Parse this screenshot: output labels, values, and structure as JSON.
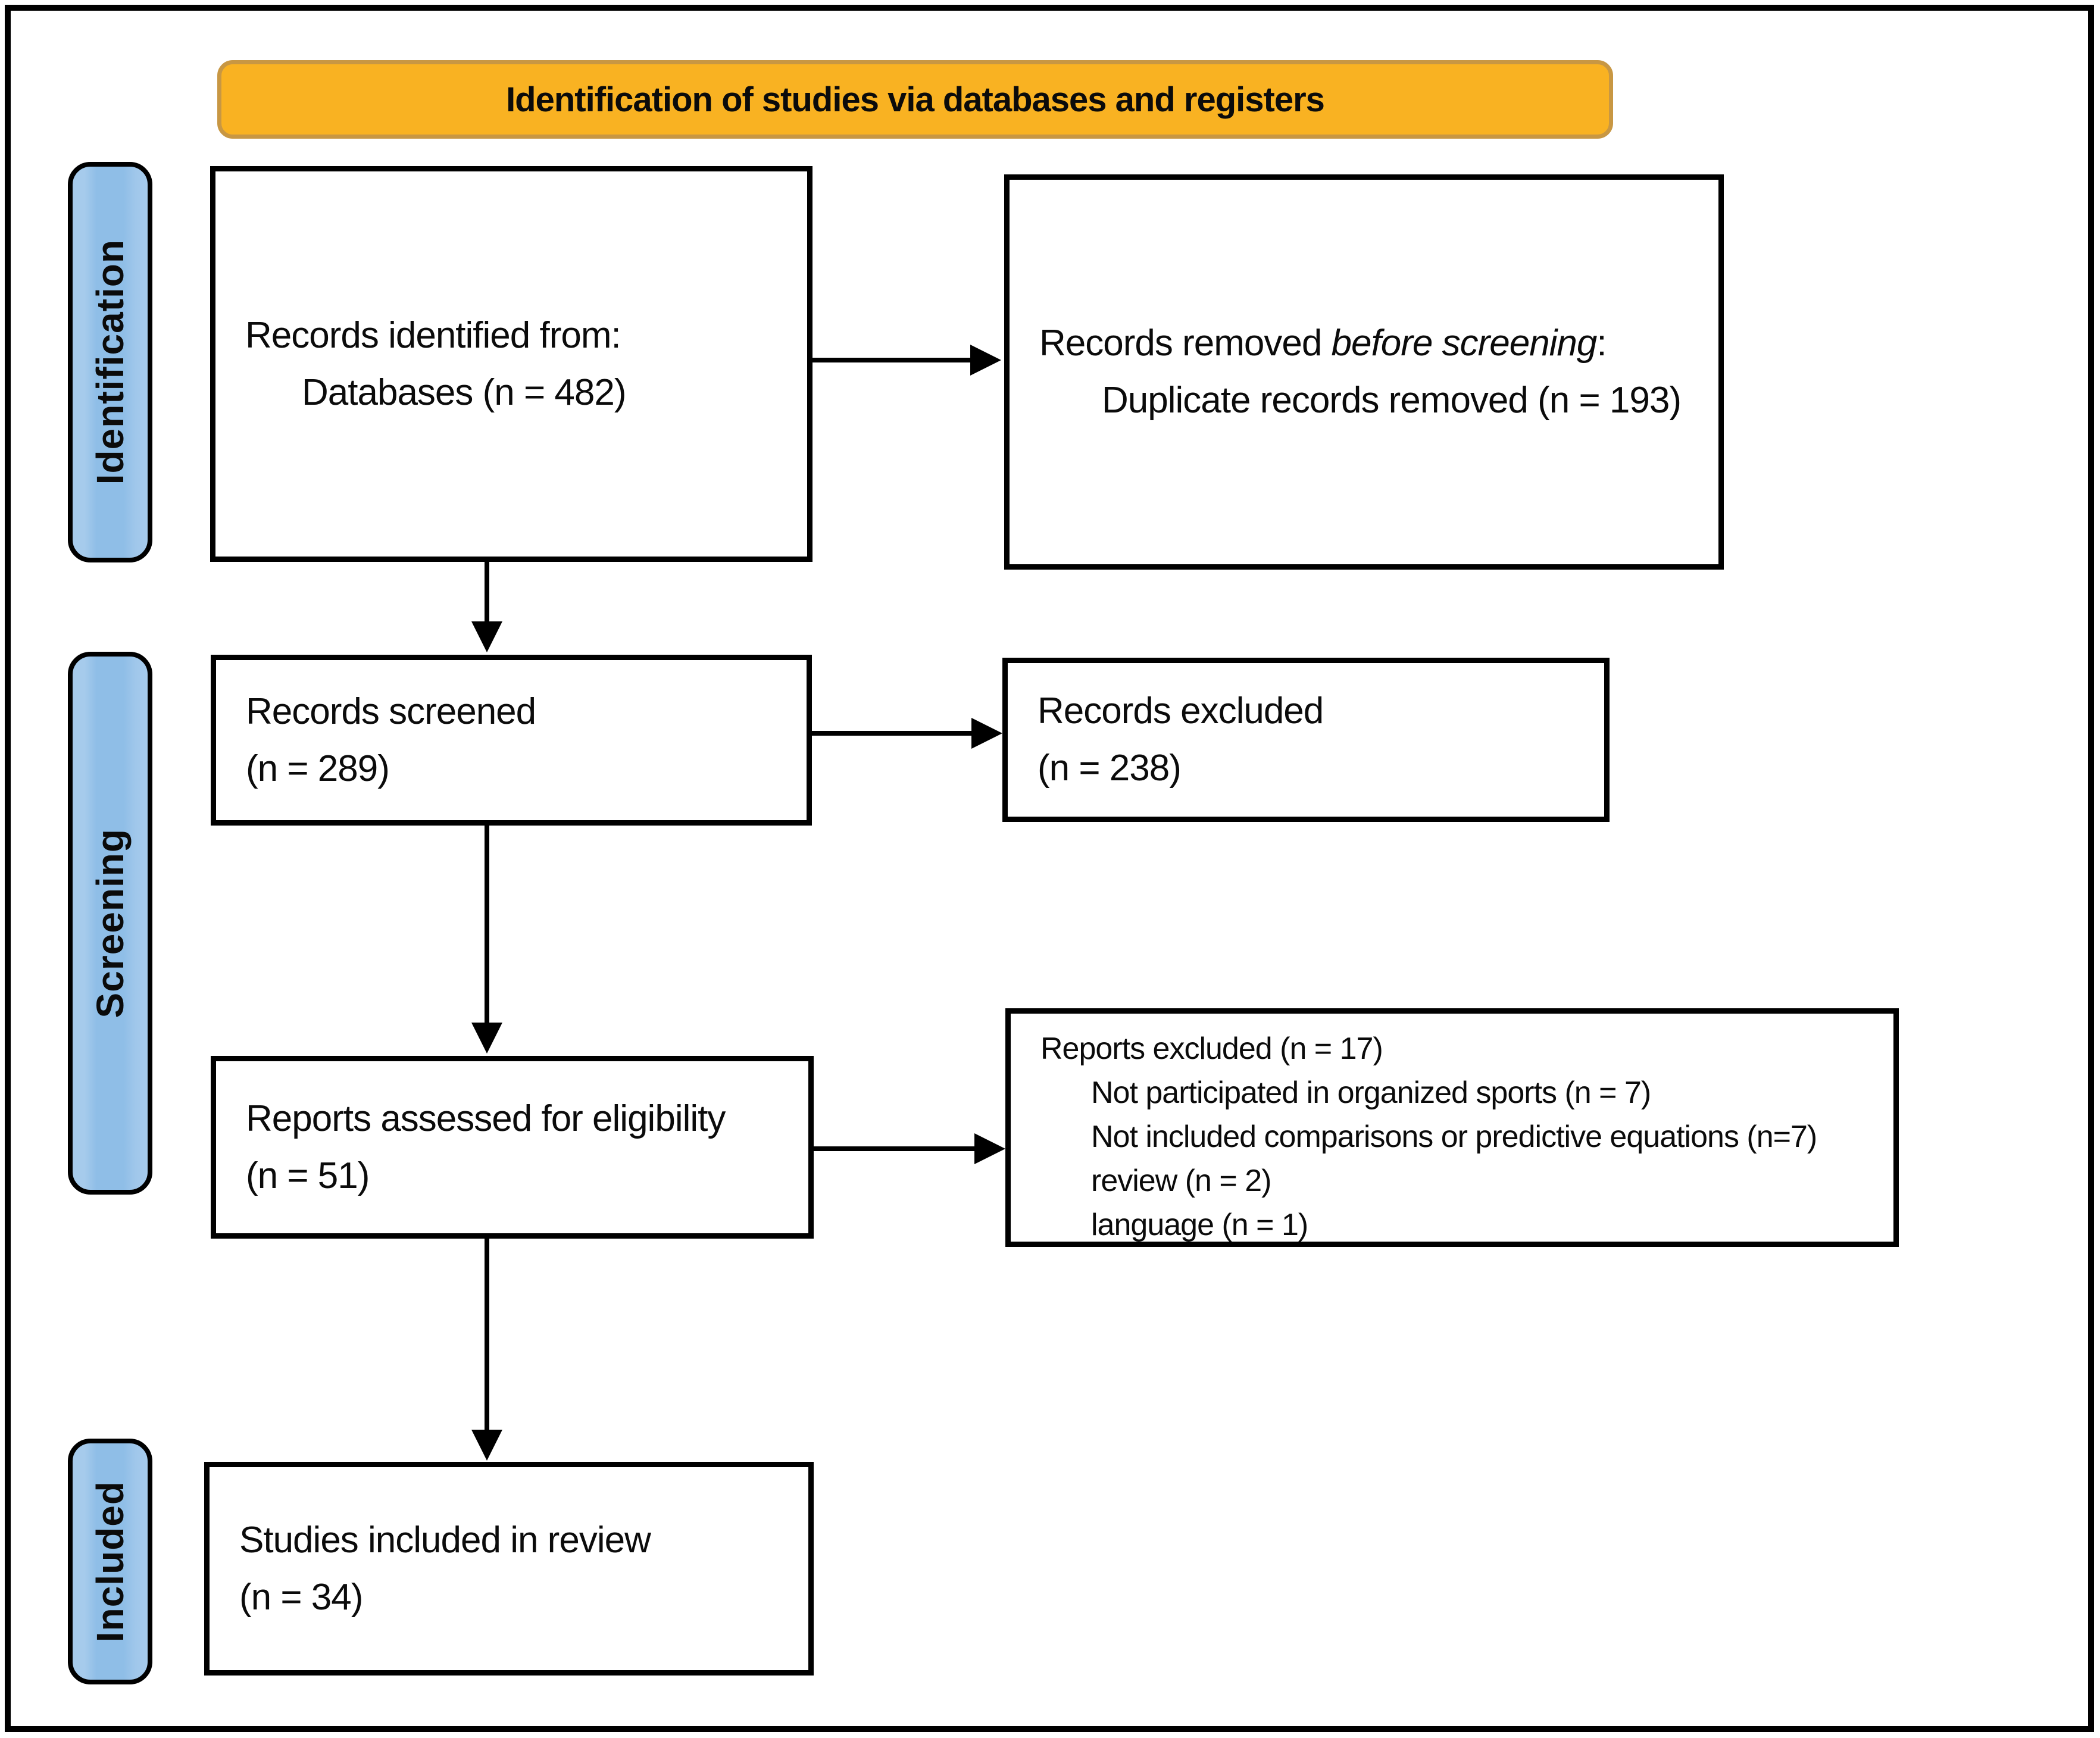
{
  "banner": {
    "title": "Identification of studies via databases and registers"
  },
  "stages": {
    "identification": "Identification",
    "screening": "Screening",
    "included": "Included"
  },
  "boxes": {
    "records_identified": {
      "line1": "Records identified from:",
      "line2": "Databases (n = 482)"
    },
    "records_removed": {
      "line1_prefix": "Records removed ",
      "line1_italic": "before screening",
      "line1_suffix": ":",
      "line2": "Duplicate records removed (n = 193)"
    },
    "records_screened": {
      "line1": "Records screened",
      "line2": "(n = 289)"
    },
    "records_excluded": {
      "line1": "Records excluded",
      "line2": "(n = 238)"
    },
    "reports_assessed": {
      "line1": "Reports assessed for eligibility",
      "line2": "(n = 51)"
    },
    "reports_excluded": {
      "header": "Reports excluded (n = 17)",
      "reasons": [
        "Not participated in organized sports (n = 7)",
        "Not included comparisons or predictive equations (n=7)",
        "review (n = 2)",
        "language (n = 1)"
      ]
    },
    "studies_included": {
      "line1": "Studies included in review",
      "line2": "(n = 34)"
    }
  },
  "colors": {
    "banner_bg": "#F9B222",
    "banner_border": "#C89743",
    "stage_label_bg": "#8FBEE7",
    "stage_label_bg_light": "#A6CBEC",
    "box_border": "#000000",
    "background": "#FFFFFF"
  }
}
